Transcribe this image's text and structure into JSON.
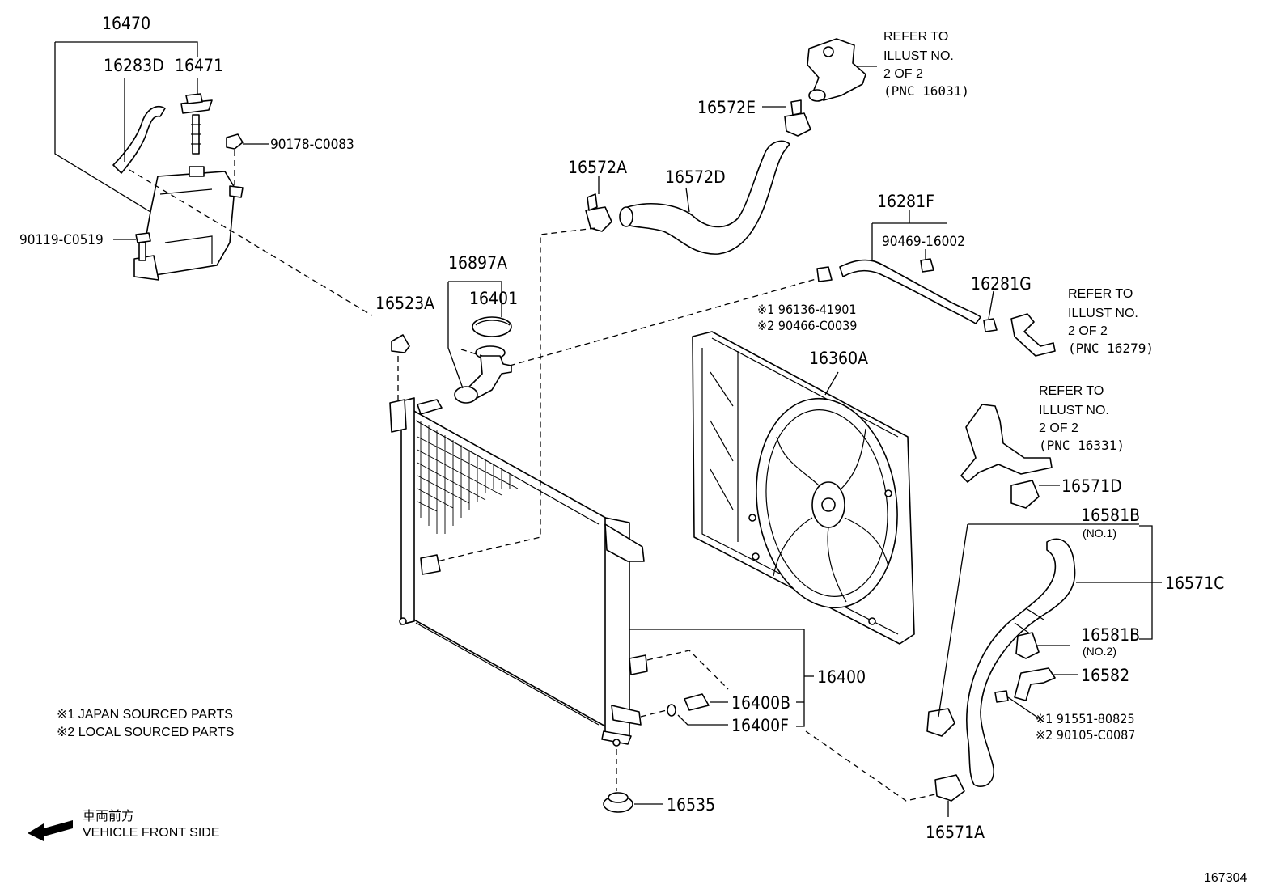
{
  "labels": {
    "p16470": "16470",
    "p16283D": "16283D",
    "p16471": "16471",
    "p90178": "90178-C0083",
    "p90119": "90119-C0519",
    "p16523A": "16523A",
    "p16897A": "16897A",
    "p16401": "16401",
    "p16572A": "16572A",
    "p16572D": "16572D",
    "p16572E": "16572E",
    "p16281F": "16281F",
    "p90469": "90469-16002",
    "p16281G": "16281G",
    "p96136": "※1 96136-41901",
    "p90466": "※2 90466-C0039",
    "p16360A": "16360A",
    "p16571D": "16571D",
    "p16581B1": "16581B",
    "p16581B1_sub": "(NO.1)",
    "p16571C": "16571C",
    "p16581B2": "16581B",
    "p16581B2_sub": "(NO.2)",
    "p16582": "16582",
    "p91551": "※1 91551-80825",
    "p90105": "※2 90105-C0087",
    "p16400": "16400",
    "p16400B": "16400B",
    "p16400F": "16400F",
    "p16535": "16535",
    "p16571A": "16571A"
  },
  "refs": {
    "ref1": [
      "REFER TO",
      "ILLUST NO.",
      "2 OF 2",
      "(PNC 16031)"
    ],
    "ref2": [
      "REFER TO",
      "ILLUST NO.",
      "2 OF 2",
      "(PNC 16279)"
    ],
    "ref3": [
      "REFER TO",
      "ILLUST NO.",
      "2 OF 2",
      "(PNC 16331)"
    ]
  },
  "legend": {
    "note1": "※1 JAPAN SOURCED PARTS",
    "note2": "※2 LOCAL SOURCED PARTS",
    "direction_jp": "車両前方",
    "direction_en": "VEHICLE FRONT SIDE"
  },
  "figure_id": "167304"
}
